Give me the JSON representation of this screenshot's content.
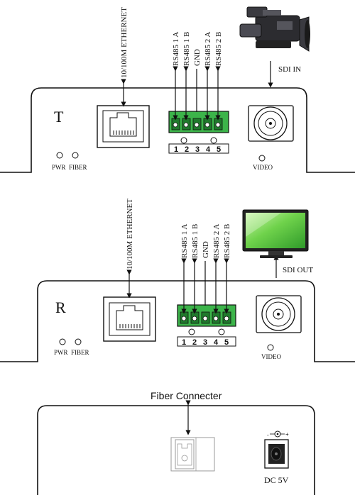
{
  "transmitter": {
    "side_letter": "T",
    "ethernet_label": "10/100M ETHERNET",
    "rs485_labels": [
      "RS485 1 A",
      "RS485 1 B",
      "GND",
      "RS485 2 A",
      "RS485 2 B"
    ],
    "pin_numbers": [
      "1",
      "2",
      "3",
      "4",
      "5"
    ],
    "io_label": "SDI IN",
    "pwr_label": "PWR",
    "fiber_label": "FIBER",
    "video_label": "VIDEO",
    "device_icon": "camcorder-icon"
  },
  "receiver": {
    "side_letter": "R",
    "ethernet_label": "10/100M ETHERNET",
    "rs485_labels": [
      "RS485 1 A",
      "RS485 1 B",
      "GND",
      "RS485 2 A",
      "RS485 2 B"
    ],
    "pin_numbers": [
      "1",
      "2",
      "3",
      "4",
      "5"
    ],
    "io_label": "SDI OUT",
    "pwr_label": "PWR",
    "fiber_label": "FIBER",
    "video_label": "VIDEO",
    "device_icon": "monitor-icon"
  },
  "back_panel": {
    "fiber_label": "Fiber Connecter",
    "power_label": "DC 5V"
  },
  "colors": {
    "terminal_green": "#3cb44a",
    "terminal_dark": "#1f7a2c",
    "monitor_screen": "#6fd24b",
    "outline": "#111111"
  }
}
